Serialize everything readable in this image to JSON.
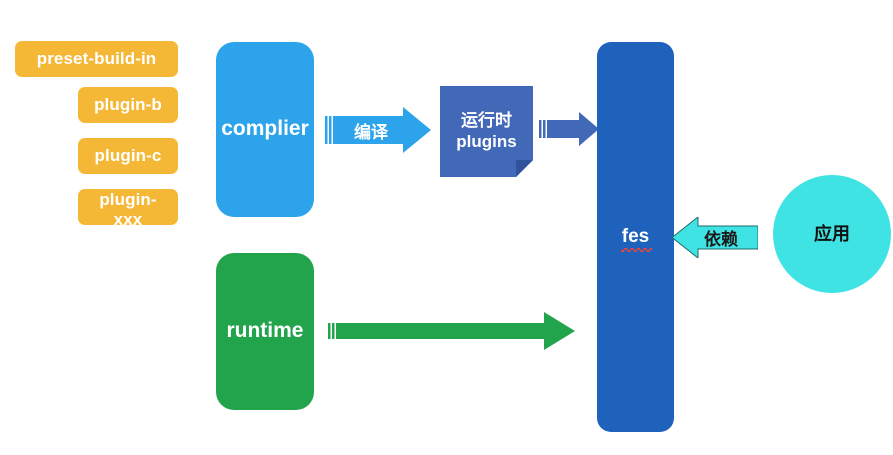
{
  "diagram": {
    "title": "fes architecture diagram",
    "colors": {
      "orange": "#F5B836",
      "light_blue": "#2DA3EC",
      "green": "#22A css",
      "green_box": "#22A44D",
      "royal_blue": "#4269B8",
      "deep_blue": "#1F62BC",
      "cyan": "#40E3E3",
      "white": "#FFFFFF",
      "squiggle_red": "#E8453C"
    },
    "plugins": [
      {
        "id": "preset-build-in",
        "label": "preset-build-in"
      },
      {
        "id": "plugin-b",
        "label": "plugin-b"
      },
      {
        "id": "plugin-c",
        "label": "plugin-c"
      },
      {
        "id": "plugin-xxx",
        "label_line1": "plugin-",
        "label_line2": "xxx"
      }
    ],
    "nodes": {
      "complier": {
        "label": "complier"
      },
      "runtime": {
        "label": "runtime"
      },
      "runtime_plugins": {
        "label_line1": "运行时",
        "label_line2": "plugins"
      },
      "fes": {
        "label": "fes",
        "spellcheck_underline": true
      },
      "app": {
        "label": "应用"
      }
    },
    "arrows": {
      "compile": {
        "label": "编译",
        "direction": "right"
      },
      "plugins_to_fes": {
        "label": "",
        "direction": "right"
      },
      "runtime_to_fes": {
        "label": "",
        "direction": "right"
      },
      "depend": {
        "label": "依赖",
        "direction": "left"
      }
    }
  }
}
